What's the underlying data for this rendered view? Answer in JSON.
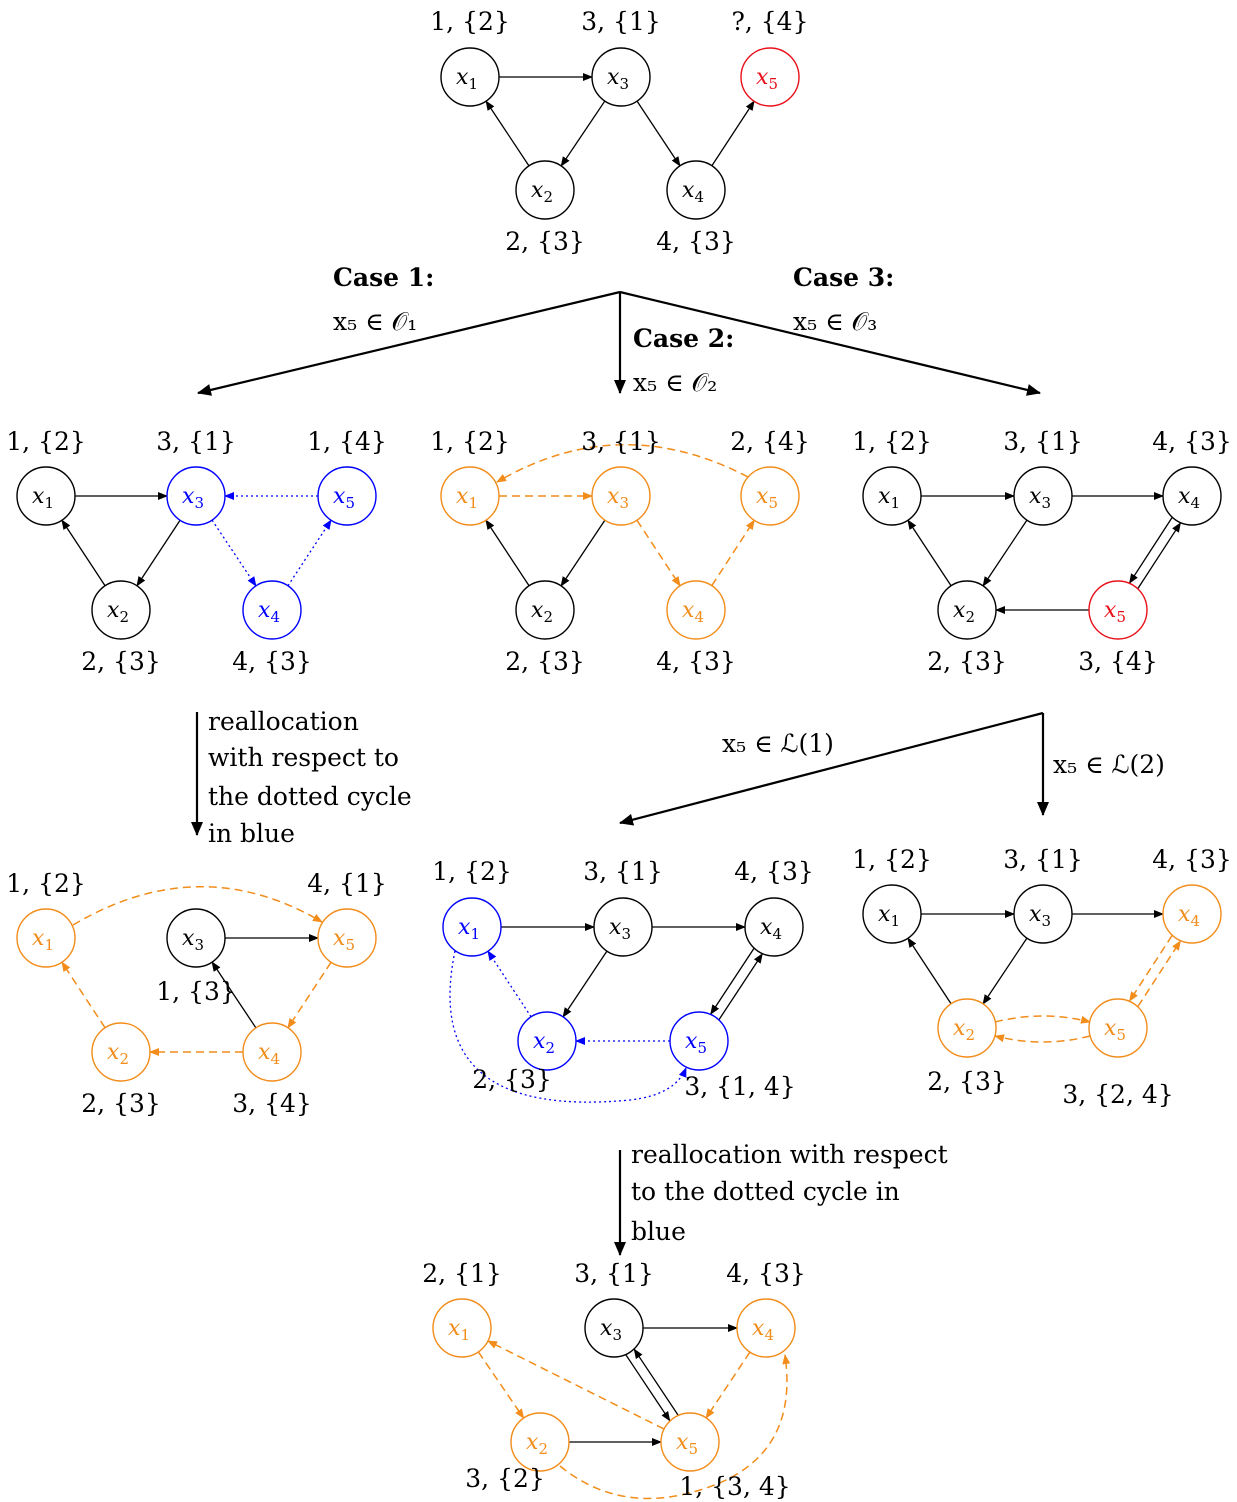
{
  "colors": {
    "black": "#000000",
    "blue": "#0000ff",
    "orange": "#f28c1a",
    "red": "#e8101a"
  },
  "top": {
    "labels": {
      "x1": "1, {2}",
      "x3": "3, {1}",
      "x5": "?, {4}",
      "x2": "2, {3}",
      "x4": "4, {3}"
    }
  },
  "cases": {
    "case1_title": "Case 1:",
    "case1_cond": "x₅ ∈ 𝒪₁",
    "case2_title": "Case 2:",
    "case2_cond": "x₅ ∈ 𝒪₂",
    "case3_title": "Case 3:",
    "case3_cond": "x₅ ∈ 𝒪₃"
  },
  "graph_a": {
    "labels": {
      "x1": "1, {2}",
      "x3": "3, {1}",
      "x5": "1, {4}",
      "x2": "2, {3}",
      "x4": "4, {3}"
    }
  },
  "graph_b": {
    "labels": {
      "x1": "1, {2}",
      "x3": "3, {1}",
      "x5": "2, {4}",
      "x2": "2, {3}",
      "x4": "4, {3}"
    }
  },
  "graph_c": {
    "labels": {
      "x1": "1, {2}",
      "x3": "3, {1}",
      "x4": "4, {3}",
      "x2": "2, {3}",
      "x5": "3, {4}"
    }
  },
  "realloc1": {
    "lines": [
      "reallocation",
      "with respect to",
      "the dotted cycle",
      "in blue"
    ]
  },
  "branch": {
    "l1": "x₅ ∈ ℒ(1)",
    "l2": "x₅ ∈ ℒ(2)"
  },
  "graph_d": {
    "labels": {
      "x1": "1, {2}",
      "x5": "4, {1}",
      "x3": "1, {3}",
      "x2": "2, {3}",
      "x4": "3, {4}"
    }
  },
  "graph_e": {
    "labels": {
      "x1": "1, {2}",
      "x3": "3, {1}",
      "x4": "4, {3}",
      "x2": "2, {3}",
      "x5": "3, {1, 4}"
    }
  },
  "graph_f": {
    "labels": {
      "x1": "1, {2}",
      "x3": "3, {1}",
      "x4": "4, {3}",
      "x2": "2, {3}",
      "x5": "3, {2, 4}"
    }
  },
  "realloc2": {
    "lines": [
      "reallocation with respect",
      "to the dotted cycle in",
      "blue"
    ]
  },
  "graph_g": {
    "labels": {
      "x1": "2, {1}",
      "x3": "3, {1}",
      "x4": "4, {3}",
      "x2": "3, {2}",
      "x5": "1, {3, 4}"
    }
  },
  "node_names": {
    "n1": "x",
    "s1": "1",
    "s2": "2",
    "s3": "3",
    "s4": "4",
    "s5": "5"
  }
}
